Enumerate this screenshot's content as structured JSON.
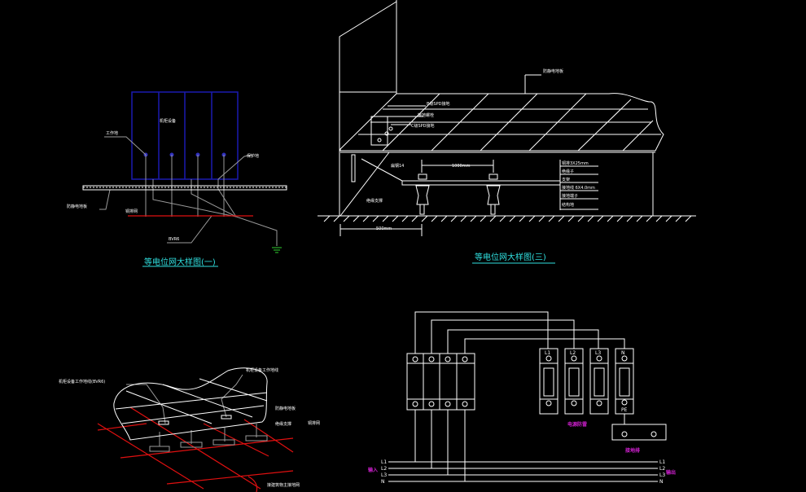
{
  "colors": {
    "background": "#000000",
    "line": "#ffffff",
    "grid": "#e01010",
    "panel": "#1a1ab0",
    "title": "#30e0e0",
    "note": "#d020d0"
  },
  "detail1": {
    "title": "等电位网大样图(一)",
    "labels": {
      "work_ground": "工作地",
      "cabinet": "机柜设备",
      "protect_ground": "保护地",
      "floor": "防静电地板",
      "grid": "铜排网",
      "wire": "BVR6"
    }
  },
  "detail3": {
    "title": "等电位网大样图(三)",
    "labels": {
      "floor": "防静电地板",
      "spd_b": "B级SPD接地",
      "bolt": "接地螺栓",
      "spd_c": "C级SPD接地",
      "bar": "扁钢14",
      "support": "绝缘支撑",
      "spacing": "1000mm",
      "offset": "500mm"
    },
    "legend": [
      "铜排3X25mm",
      "绝缘子",
      "支架",
      "接地线 6X4.0mm",
      "接地端子",
      "结构地"
    ]
  },
  "detail2": {
    "labels": {
      "cabinet_wire": "机柜设备工作地线(BVR6)",
      "cabinet_ground": "机柜设备工作地线",
      "floor": "防静电地板",
      "support": "绝缘支撑",
      "grid": "铜排网",
      "building": "接建筑物主接地网"
    }
  },
  "wiring": {
    "phases": [
      "L1",
      "L2",
      "L3",
      "N"
    ],
    "module_labels": [
      "L1",
      "L2",
      "L3",
      "N"
    ],
    "pe": "PE",
    "spd_label": "电源防雷",
    "pe_label": "接地排",
    "in_label": "输入",
    "out_label": "输出"
  }
}
